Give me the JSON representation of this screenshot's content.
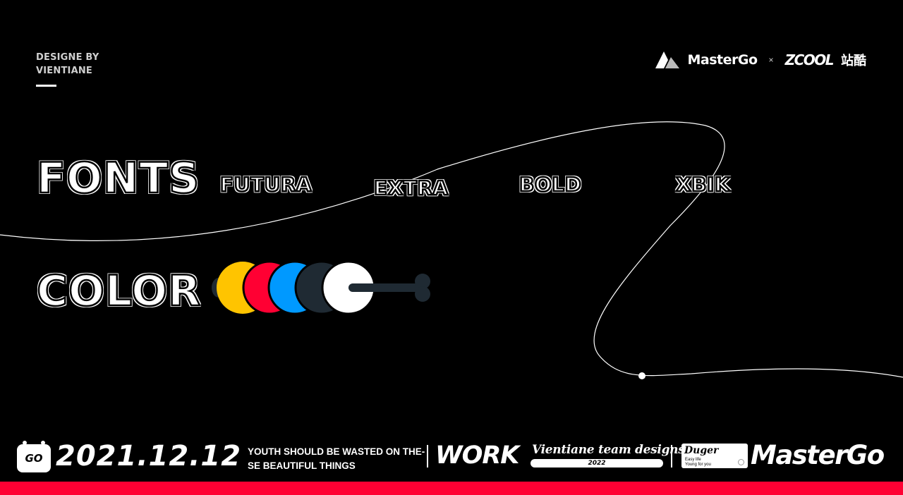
{
  "credit": {
    "line1": "DESIGNE BY",
    "line2": "VIENTIANE"
  },
  "logos": {
    "mastergo": "MasterGo",
    "times": "×",
    "zcool": "ZCOOL",
    "zcool_cn": "站酷"
  },
  "fonts": {
    "title": "FONTS",
    "samples": [
      "FUTURA",
      "EXTRA",
      "BOLD",
      "XBIK"
    ]
  },
  "color": {
    "title": "COLOR",
    "swatches": [
      "#FFC400",
      "#FF0033",
      "#0099FF",
      "#1F2A33",
      "#FFFFFF"
    ],
    "handle": "#1F2A33"
  },
  "footer": {
    "badge": "GO",
    "date": "2021.12.12",
    "slogan_line1": "YOUTH SHOULD BE WASTED ON THE-",
    "slogan_line2": "SE BEAUTIFUL THINGS",
    "work": "WORK",
    "team": "Vientiane team designs",
    "year": "2022",
    "duger_name": "Duger",
    "duger_tag1": "Easy life",
    "duger_tag2": "Young for you",
    "brand": "MasterGo"
  },
  "accent": "#FF0033"
}
